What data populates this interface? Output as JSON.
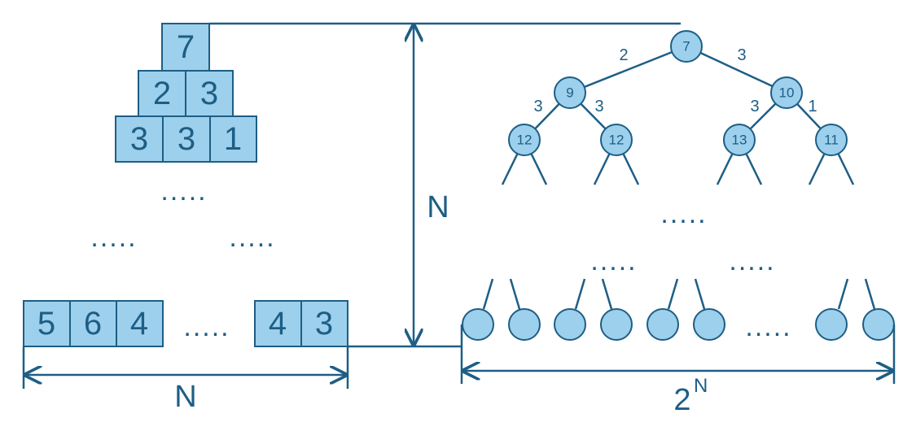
{
  "triangle": {
    "rows": [
      [
        "7"
      ],
      [
        "2",
        "3"
      ],
      [
        "3",
        "3",
        "1"
      ]
    ],
    "dots_row1": ".....",
    "dots_row2_left": ".....",
    "dots_row2_right": "....."
  },
  "bottom_row": {
    "left_cells": [
      "5",
      "6",
      "4"
    ],
    "gap_dots": ".....",
    "right_cells": [
      "4",
      "3"
    ]
  },
  "tree": {
    "root": "7",
    "level1": [
      "9",
      "10"
    ],
    "level2": [
      "12",
      "12",
      "13",
      "11"
    ],
    "edge_weights": {
      "root_left": "2",
      "root_right": "3",
      "l9_left": "3",
      "l9_right": "3",
      "l10_left": "3",
      "l10_right": "1"
    },
    "dots_mid": ".....",
    "dots_low_left": ".....",
    "dots_low_right": ".....",
    "leaf_dots": "....."
  },
  "dimensions": {
    "width_label": "N",
    "height_label": "N",
    "leaves_label_base": "2",
    "leaves_label_exp": "N"
  },
  "colors": {
    "fill": "#9dd0ec",
    "stroke": "#1d5e85"
  }
}
